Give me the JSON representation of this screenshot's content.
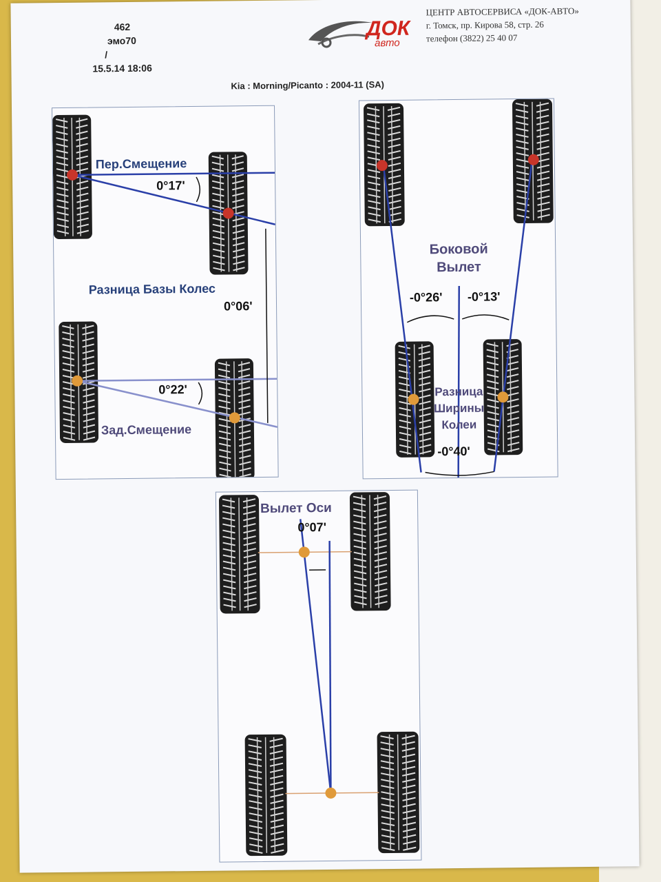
{
  "header": {
    "line1": "462",
    "line2": "эмо70",
    "line3": "/",
    "datetime": "15.5.14 18:06"
  },
  "logo": {
    "main": "ДОК",
    "sub": "авто"
  },
  "company": {
    "name": "ЦЕНТР АВТОСЕРВИСА «ДОК-АВТО»",
    "address": "г. Томск, пр. Кирова 58, стр. 26",
    "phone": "телефон (3822) 25 40 07"
  },
  "vehicle_title": "Kia : Morning/Picanto : 2004-11 (SA)",
  "setback_panel": {
    "front_setback_label": "Пер.Смещение",
    "front_setback_value": "0°17'",
    "wheelbase_diff_label": "Разница Базы Колес",
    "wheelbase_diff_value": "0°06'",
    "rear_setback_value": "0°22'",
    "rear_setback_label": "Зад.Смещение"
  },
  "lateral_panel": {
    "lateral_offset_label_line1": "Боковой",
    "lateral_offset_label_line2": "Вылет",
    "left_value": "-0°26'",
    "right_value": "-0°13'",
    "track_diff_line1": "Разница",
    "track_diff_line2": "Ширины",
    "track_diff_line3": "Колеи",
    "track_diff_value": "-0°40'"
  },
  "axle_panel": {
    "axle_offset_label": "Вылет Оси",
    "axle_offset_value": "0°07'"
  },
  "colors": {
    "line_blue": "#2a3fa8",
    "front_dot": "#c8352a",
    "rear_dot": "#e09a3a",
    "tire": "#1e1e1e"
  }
}
